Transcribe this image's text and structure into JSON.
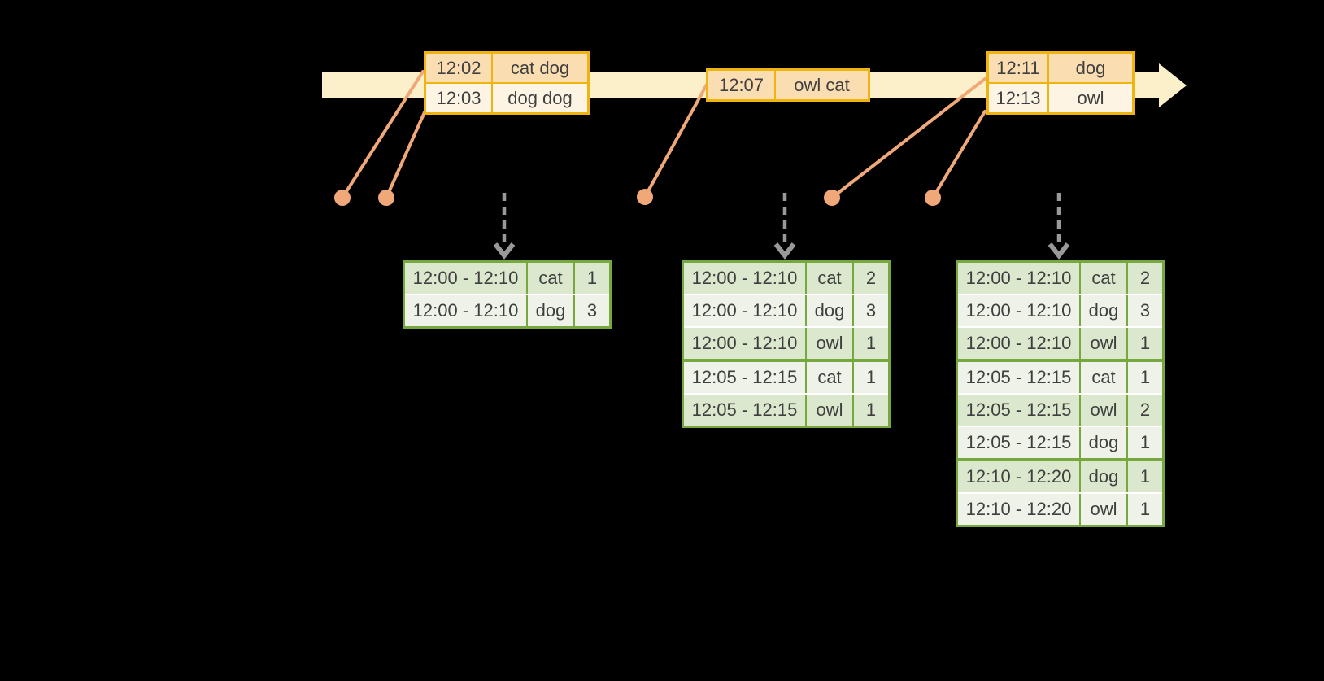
{
  "colors": {
    "timeline_band": "#FBF0C9",
    "event_border": "#F0B410",
    "event_row_dark": "#FBDDB2",
    "event_row_light": "#FDF4E3",
    "result_border": "#76A83E",
    "result_row_dark": "#DCE8CE",
    "result_row_light": "#EEF2E8",
    "connector": "#F0A878",
    "trigger_arrow": "#999999",
    "text": "#3F3F3F"
  },
  "icons": {
    "timeline_arrowhead": "right-pointing-triangle",
    "trigger_arrow": "dashed-down-arrow-chevron",
    "event_marker": "filled-dot"
  },
  "event_tables": [
    {
      "rows": [
        {
          "time": "12:02",
          "words": "cat dog"
        },
        {
          "time": "12:03",
          "words": "dog dog"
        }
      ]
    },
    {
      "rows": [
        {
          "time": "12:07",
          "words": "owl cat"
        }
      ]
    },
    {
      "rows": [
        {
          "time": "12:11",
          "words": "dog"
        },
        {
          "time": "12:13",
          "words": "owl"
        }
      ]
    }
  ],
  "result_tables": [
    {
      "rows": [
        {
          "window": "12:00 - 12:10",
          "word": "cat",
          "count": "1"
        },
        {
          "window": "12:00 - 12:10",
          "word": "dog",
          "count": "3"
        }
      ]
    },
    {
      "rows": [
        {
          "window": "12:00 - 12:10",
          "word": "cat",
          "count": "2"
        },
        {
          "window": "12:00 - 12:10",
          "word": "dog",
          "count": "3"
        },
        {
          "window": "12:00 - 12:10",
          "word": "owl",
          "count": "1"
        },
        {
          "window": "12:05 - 12:15",
          "word": "cat",
          "count": "1"
        },
        {
          "window": "12:05 - 12:15",
          "word": "owl",
          "count": "1"
        }
      ]
    },
    {
      "rows": [
        {
          "window": "12:00 - 12:10",
          "word": "cat",
          "count": "2"
        },
        {
          "window": "12:00 - 12:10",
          "word": "dog",
          "count": "3"
        },
        {
          "window": "12:00 - 12:10",
          "word": "owl",
          "count": "1"
        },
        {
          "window": "12:05 - 12:15",
          "word": "cat",
          "count": "1"
        },
        {
          "window": "12:05 - 12:15",
          "word": "owl",
          "count": "2"
        },
        {
          "window": "12:05 - 12:15",
          "word": "dog",
          "count": "1"
        },
        {
          "window": "12:10 - 12:20",
          "word": "dog",
          "count": "1"
        },
        {
          "window": "12:10 - 12:20",
          "word": "owl",
          "count": "1"
        }
      ]
    }
  ]
}
